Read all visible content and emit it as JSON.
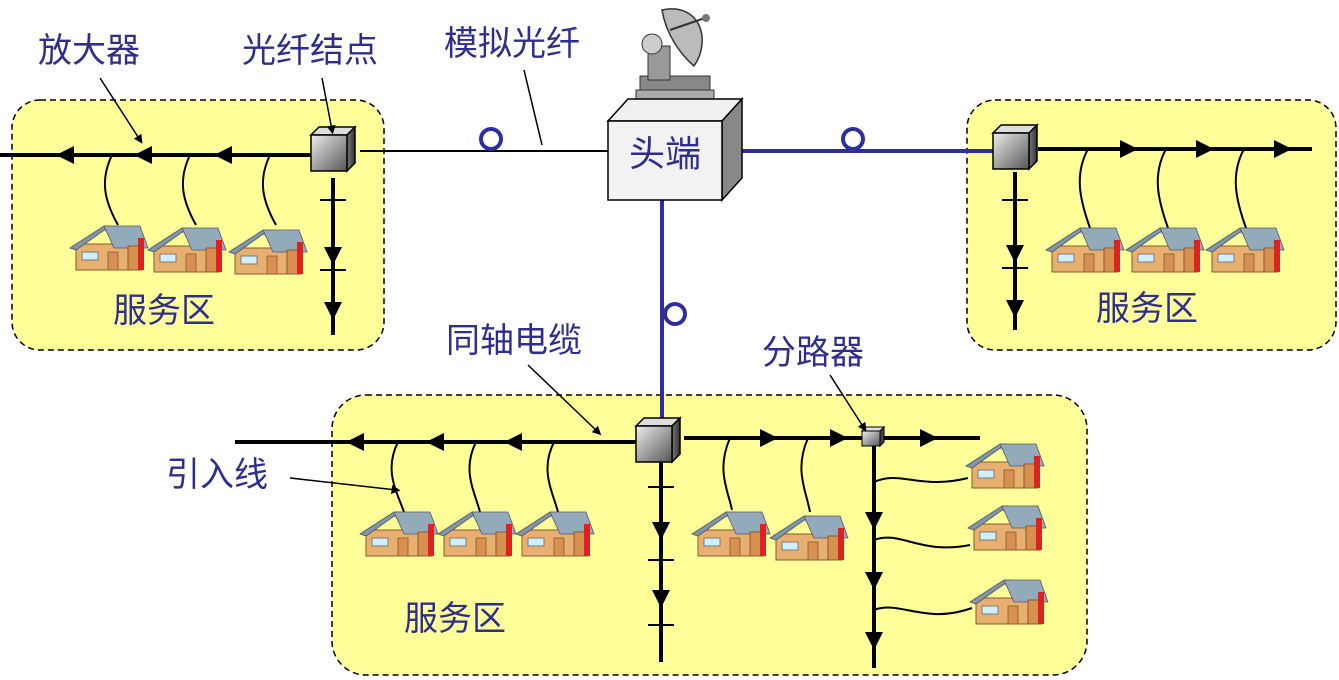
{
  "labels": {
    "amplifier": "放大器",
    "fiber_node": "光纤结点",
    "analog_fiber": "模拟光纤",
    "head_end": "头端",
    "coax_cable": "同轴电缆",
    "splitter": "分路器",
    "drop_line": "引入线",
    "service_area": "服务区"
  },
  "colors": {
    "text": "#2e2e8e",
    "fiber": "#2e2e9e",
    "coax": "#000000",
    "area_fill": "#ffff99",
    "house_wall": "#e8b070",
    "house_roof": "#8aa0b0"
  },
  "icons": [
    "satellite-dish-icon",
    "head-end-box-icon",
    "fiber-node-icon",
    "splitter-icon",
    "house-icon",
    "amplifier-arrow-icon"
  ]
}
